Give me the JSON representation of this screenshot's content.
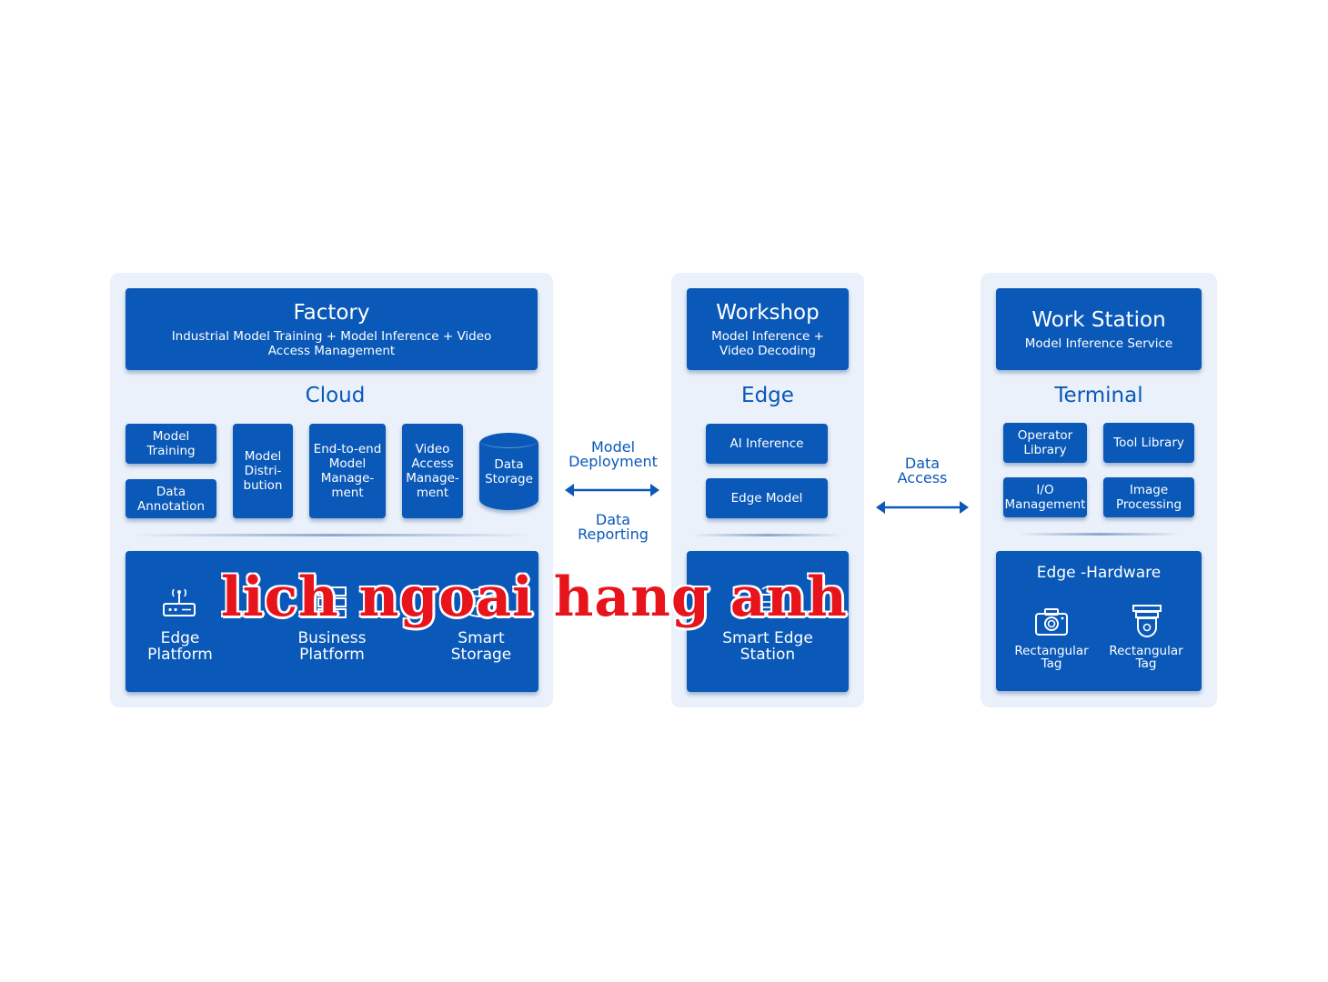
{
  "cloud": {
    "header_title": "Factory",
    "header_sub": "Industrial Model Training + Model Inference + Video Access Management",
    "section_title": "Cloud",
    "modules": {
      "model_training": "Model Training",
      "data_annotation": "Data Annotation",
      "model_distribution": "Model Distri- bution",
      "end_to_end": "End-to-end Model Manage- ment",
      "video_access": "Video Access Manage- ment",
      "data_storage": "Data Storage"
    },
    "platforms": {
      "edge": "Edge Platform",
      "business": "Business Platform",
      "storage": "Smart Storage"
    }
  },
  "connectors": {
    "model_deployment": "Model Deployment",
    "data_reporting": "Data Reporting",
    "data_access": "Data Access"
  },
  "edge": {
    "header_title": "Workshop",
    "header_sub": "Model Inference + Video Decoding",
    "section_title": "Edge",
    "ai_inference": "AI Inference",
    "edge_model": "Edge Model",
    "station": "Smart Edge Station"
  },
  "terminal": {
    "header_title": "Work Station",
    "header_sub": "Model Inference Service",
    "section_title": "Terminal",
    "modules": {
      "operator_library": "Operator Library",
      "tool_library": "Tool Library",
      "io_management": "I/O Management",
      "image_processing": "Image Processing"
    },
    "hardware_title": "Edge -Hardware",
    "hardware": {
      "camera_tag": "Rectangular Tag",
      "scanner_tag": "Rectangular Tag"
    }
  },
  "watermark": "lich ngoai hang anh",
  "colors": {
    "primary": "#0a58b8",
    "panel": "#eaf1fa",
    "watermark": "#e8141c"
  }
}
